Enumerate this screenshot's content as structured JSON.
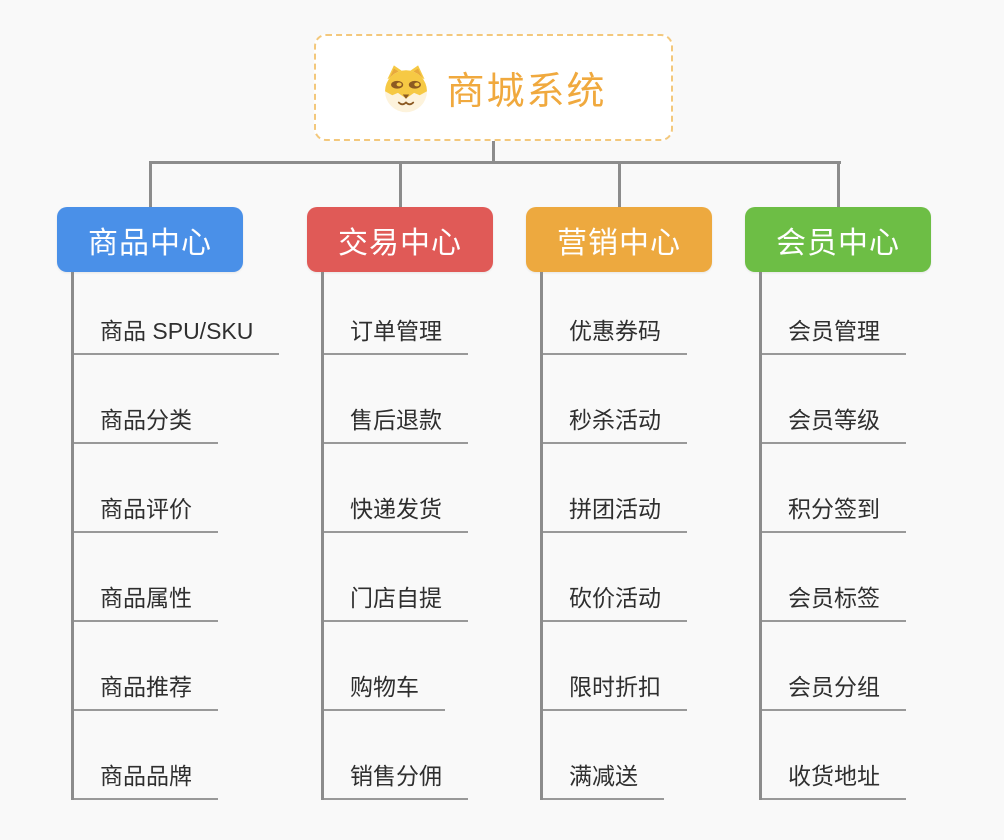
{
  "root": {
    "title": "商城系统",
    "icon": "dog-icon",
    "text_color": "#f0a93e",
    "border_color": "#f3c87c"
  },
  "connector_color": "#8c8c8c",
  "branches": [
    {
      "label": "商品中心",
      "color": "#4a90e8",
      "children": [
        "商品 SPU/SKU",
        "商品分类",
        "商品评价",
        "商品属性",
        "商品推荐",
        "商品品牌"
      ]
    },
    {
      "label": "交易中心",
      "color": "#e05a57",
      "children": [
        "订单管理",
        "售后退款",
        "快递发货",
        "门店自提",
        "购物车",
        "销售分佣"
      ]
    },
    {
      "label": "营销中心",
      "color": "#eda93f",
      "children": [
        "优惠券码",
        "秒杀活动",
        "拼团活动",
        "砍价活动",
        "限时折扣",
        "满减送"
      ]
    },
    {
      "label": "会员中心",
      "color": "#6dbe45",
      "children": [
        "会员管理",
        "会员等级",
        "积分签到",
        "会员标签",
        "会员分组",
        "收货地址"
      ]
    }
  ]
}
